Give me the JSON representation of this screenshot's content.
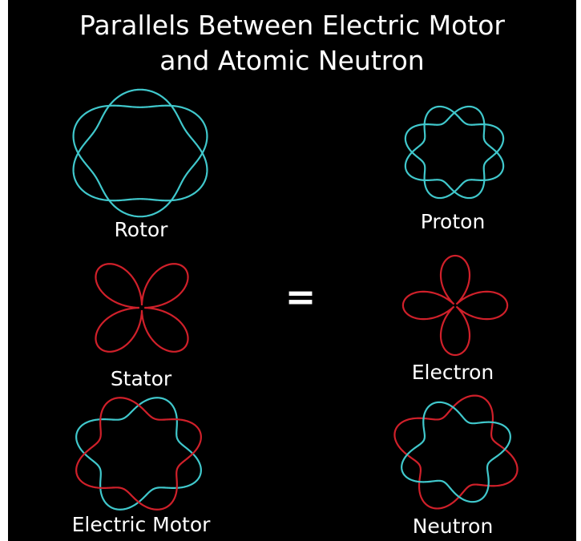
{
  "title": {
    "line1": "Parallels Between Electric Motor",
    "line2": "and Atomic Neutron"
  },
  "left": {
    "rotor_label": "Rotor",
    "stator_label": "Stator",
    "motor_label": "Electric Motor"
  },
  "middle": {
    "equals": "="
  },
  "right": {
    "proton_label": "Proton",
    "electron_label": "Electron",
    "neutron_label": "Neutron"
  },
  "colors": {
    "background": "#000000",
    "text": "#ffffff",
    "cyan_curve": "#40c8cc",
    "red_curve": "#d0202a"
  },
  "figures": {
    "rotor": "cyan-rose-6-lobe",
    "stator": "red-4-petal-cross",
    "electric_motor": "cyan-and-red-overlay",
    "proton": "cyan-rose-8-lobe",
    "electron": "red-4-petal-small",
    "neutron": "red-and-cyan-overlay"
  }
}
